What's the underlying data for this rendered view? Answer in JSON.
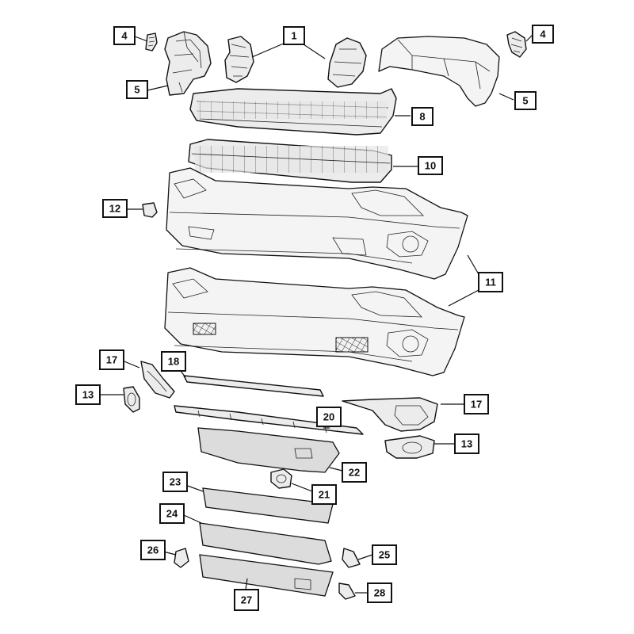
{
  "callouts": [
    {
      "id": "c1",
      "label": "1"
    },
    {
      "id": "c4a",
      "label": "4"
    },
    {
      "id": "c4b",
      "label": "4"
    },
    {
      "id": "c5a",
      "label": "5"
    },
    {
      "id": "c5b",
      "label": "5"
    },
    {
      "id": "c8",
      "label": "8"
    },
    {
      "id": "c10",
      "label": "10"
    },
    {
      "id": "c11",
      "label": "11"
    },
    {
      "id": "c12",
      "label": "12"
    },
    {
      "id": "c13a",
      "label": "13"
    },
    {
      "id": "c13b",
      "label": "13"
    },
    {
      "id": "c17a",
      "label": "17"
    },
    {
      "id": "c17b",
      "label": "17"
    },
    {
      "id": "c18",
      "label": "18"
    },
    {
      "id": "c20",
      "label": "20"
    },
    {
      "id": "c21",
      "label": "21"
    },
    {
      "id": "c22",
      "label": "22"
    },
    {
      "id": "c23",
      "label": "23"
    },
    {
      "id": "c24",
      "label": "24"
    },
    {
      "id": "c25",
      "label": "25"
    },
    {
      "id": "c26",
      "label": "26"
    },
    {
      "id": "c27",
      "label": "27"
    },
    {
      "id": "c28",
      "label": "28"
    }
  ]
}
